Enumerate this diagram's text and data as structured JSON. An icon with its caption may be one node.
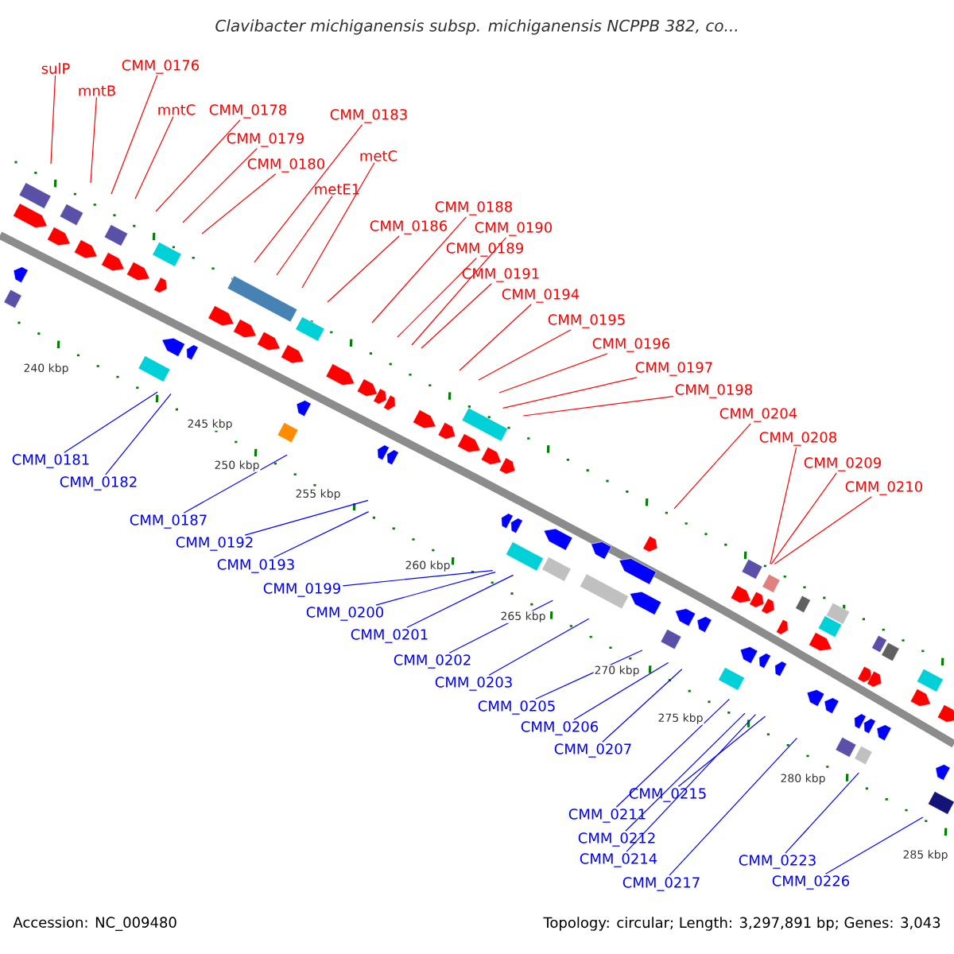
{
  "diagram": {
    "title": "Clavibacter michiganensis subsp. michiganensis NCPPB 382, co...",
    "nodes": [
      {
        "text": [
          "sulP"
        ]
      },
      {
        "text": [
          "mntB"
        ]
      },
      {
        "text": [
          "CMM_0176"
        ]
      },
      {
        "text": [
          "mntC"
        ]
      },
      {
        "text": [
          "CMM_0178"
        ]
      },
      {
        "text": [
          "CMM_0179"
        ]
      },
      {
        "text": [
          "CMM_0180"
        ]
      },
      {
        "text": [
          "CMM_0183"
        ]
      },
      {
        "text": [
          "metC"
        ]
      },
      {
        "text": [
          "metE1"
        ]
      },
      {
        "text": [
          "CMM_0186"
        ]
      },
      {
        "text": [
          "CMM_0188"
        ]
      },
      {
        "text": [
          "CMM_0190"
        ]
      },
      {
        "text": [
          "CMM_0189"
        ]
      },
      {
        "text": [
          "CMM_0191"
        ]
      },
      {
        "text": [
          "CMM_0194"
        ]
      },
      {
        "text": [
          "CMM_0195"
        ]
      },
      {
        "text": [
          "CMM_0196"
        ]
      },
      {
        "text": [
          "CMM_0197"
        ]
      },
      {
        "text": [
          "CMM_0198"
        ]
      },
      {
        "text": [
          "CMM_0204"
        ]
      },
      {
        "text": [
          "CMM_0208"
        ]
      },
      {
        "text": [
          "CMM_0209"
        ]
      },
      {
        "text": [
          "CMM_0210"
        ]
      },
      {
        "text": [
          "CMM_0181"
        ]
      },
      {
        "text": [
          "CMM_0182"
        ]
      },
      {
        "text": [
          "CMM_0187"
        ]
      },
      {
        "text": [
          "CMM_0192"
        ]
      },
      {
        "text": [
          "CMM_0193"
        ]
      },
      {
        "text": [
          "CMM_0199"
        ]
      },
      {
        "text": [
          "CMM_0200"
        ]
      },
      {
        "text": [
          "CMM_0201"
        ]
      },
      {
        "text": [
          "CMM_0202"
        ]
      },
      {
        "text": [
          "CMM_0203"
        ]
      },
      {
        "text": [
          "CMM_0205"
        ]
      },
      {
        "text": [
          "CMM_0206"
        ]
      },
      {
        "text": [
          "CMM_0207"
        ]
      },
      {
        "text": [
          "CMM_0215"
        ]
      },
      {
        "text": [
          "CMM_0211"
        ]
      },
      {
        "text": [
          "CMM_0212"
        ]
      },
      {
        "text": [
          "CMM_0214"
        ]
      },
      {
        "text": [
          "CMM_0217"
        ]
      },
      {
        "text": [
          "CMM_0223"
        ]
      },
      {
        "text": [
          "CMM_0226"
        ]
      }
    ],
    "edges": [
      {
        "from": 0,
        "to": null,
        "arrow": "none"
      },
      {
        "from": 1,
        "to": null,
        "arrow": "none"
      },
      {
        "from": 2,
        "to": null,
        "arrow": "none"
      },
      {
        "from": 3,
        "to": null,
        "arrow": "none"
      },
      {
        "from": 4,
        "to": null,
        "arrow": "none"
      },
      {
        "from": 5,
        "to": null,
        "arrow": "none"
      },
      {
        "from": 6,
        "to": null,
        "arrow": "none"
      },
      {
        "from": 7,
        "to": null,
        "arrow": "none"
      },
      {
        "from": 8,
        "to": null,
        "arrow": "none"
      },
      {
        "from": 9,
        "to": null,
        "arrow": "none"
      },
      {
        "from": 10,
        "to": null,
        "arrow": "none"
      },
      {
        "from": 11,
        "to": null,
        "arrow": "none"
      },
      {
        "from": 12,
        "to": null,
        "arrow": "none"
      },
      {
        "from": 13,
        "to": null,
        "arrow": "none"
      },
      {
        "from": 14,
        "to": null,
        "arrow": "none"
      },
      {
        "from": 15,
        "to": null,
        "arrow": "none"
      },
      {
        "from": 16,
        "to": null,
        "arrow": "none"
      },
      {
        "from": 17,
        "to": null,
        "arrow": "none"
      },
      {
        "from": 18,
        "to": null,
        "arrow": "none"
      },
      {
        "from": 19,
        "to": null,
        "arrow": "none"
      },
      {
        "from": 20,
        "to": null,
        "arrow": "none"
      },
      {
        "from": 21,
        "to": null,
        "arrow": "none"
      },
      {
        "from": 22,
        "to": null,
        "arrow": "none"
      },
      {
        "from": 23,
        "to": null,
        "arrow": "none"
      },
      {
        "from": 24,
        "to": null,
        "arrow": "none",
        "color": "#0000ff"
      },
      {
        "from": 25,
        "to": null,
        "arrow": "none",
        "color": "#0000ff"
      },
      {
        "from": 26,
        "to": null,
        "arrow": "none",
        "color": "#0000ff"
      },
      {
        "from": 27,
        "to": null,
        "arrow": "none",
        "color": "#0000ff"
      },
      {
        "from": 28,
        "to": null,
        "arrow": "none",
        "color": "#0000ff"
      },
      {
        "from": 29,
        "to": null,
        "arrow": "none",
        "color": "#0000ff"
      },
      {
        "from": 30,
        "to": null,
        "arrow": "none",
        "color": "#0000ff"
      },
      {
        "from": 31,
        "to": null,
        "arrow": "none",
        "color": "#0000ff"
      },
      {
        "from": 32,
        "to": null,
        "arrow": "none",
        "color": "#0000ff"
      },
      {
        "from": 33,
        "to": null,
        "arrow": "none",
        "color": "#0000ff"
      },
      {
        "from": 34,
        "to": null,
        "arrow": "none",
        "color": "#0000ff"
      },
      {
        "from": 35,
        "to": null,
        "arrow": "none",
        "color": "#0000ff"
      },
      {
        "from": 36,
        "to": null,
        "arrow": "none",
        "color": "#0000ff"
      },
      {
        "from": 37,
        "to": null,
        "arrow": "none",
        "color": "#0000ff"
      },
      {
        "from": 38,
        "to": null,
        "arrow": "none",
        "color": "#0000ff"
      },
      {
        "from": 39,
        "to": null,
        "arrow": "none",
        "color": "#0000ff"
      },
      {
        "from": 40,
        "to": null,
        "arrow": "none",
        "color": "#0000ff"
      },
      {
        "from": 41,
        "to": null,
        "arrow": "none",
        "color": "#0000ff"
      },
      {
        "from": 42,
        "to": null,
        "arrow": "none",
        "color": "#0000ff"
      },
      {
        "from": 43,
        "to": null,
        "arrow": "none",
        "color": "#0000ff"
      }
    ],
    "labels": [
      "240 kbp",
      "245 kbp",
      "250 kbp",
      "255 kbp",
      "260 kbp",
      "265 kbp",
      "270 kbp",
      "275 kbp",
      "280 kbp",
      "285 kbp",
      "Accession: NC_009480",
      "Topology: circular; Length: 3,297,891 bp; Genes: 3,043"
    ]
  }
}
